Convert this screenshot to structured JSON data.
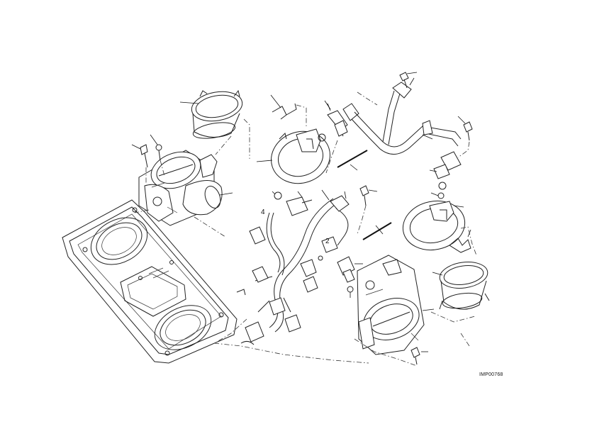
{
  "figure_code": "IMP00768",
  "callouts": [
    "4",
    "2"
  ],
  "colors": {
    "line": "#222222",
    "background": "#ffffff"
  }
}
